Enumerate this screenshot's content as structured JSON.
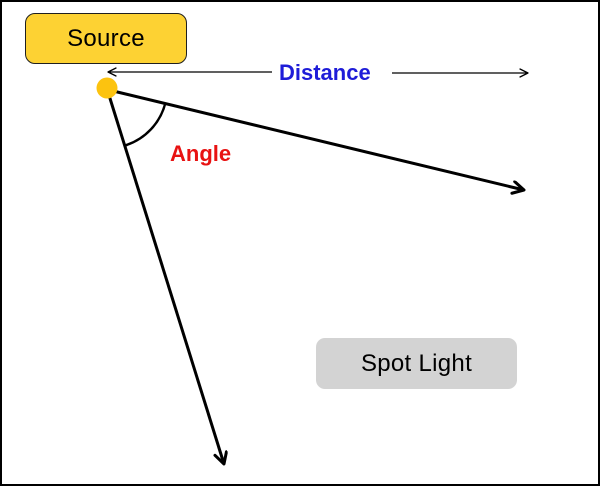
{
  "diagram": {
    "source_button": "Source",
    "distance_label": "Distance",
    "angle_label": "Angle",
    "spot_light_button": "Spot Light"
  },
  "colors": {
    "background": "#ffffff",
    "source_fill": "#fdd233",
    "point_fill": "#fcc30f",
    "distance_text": "#1e1cd8",
    "angle_text": "#e81212",
    "spot_light_fill": "#d3d3d3",
    "line": "#000000"
  }
}
